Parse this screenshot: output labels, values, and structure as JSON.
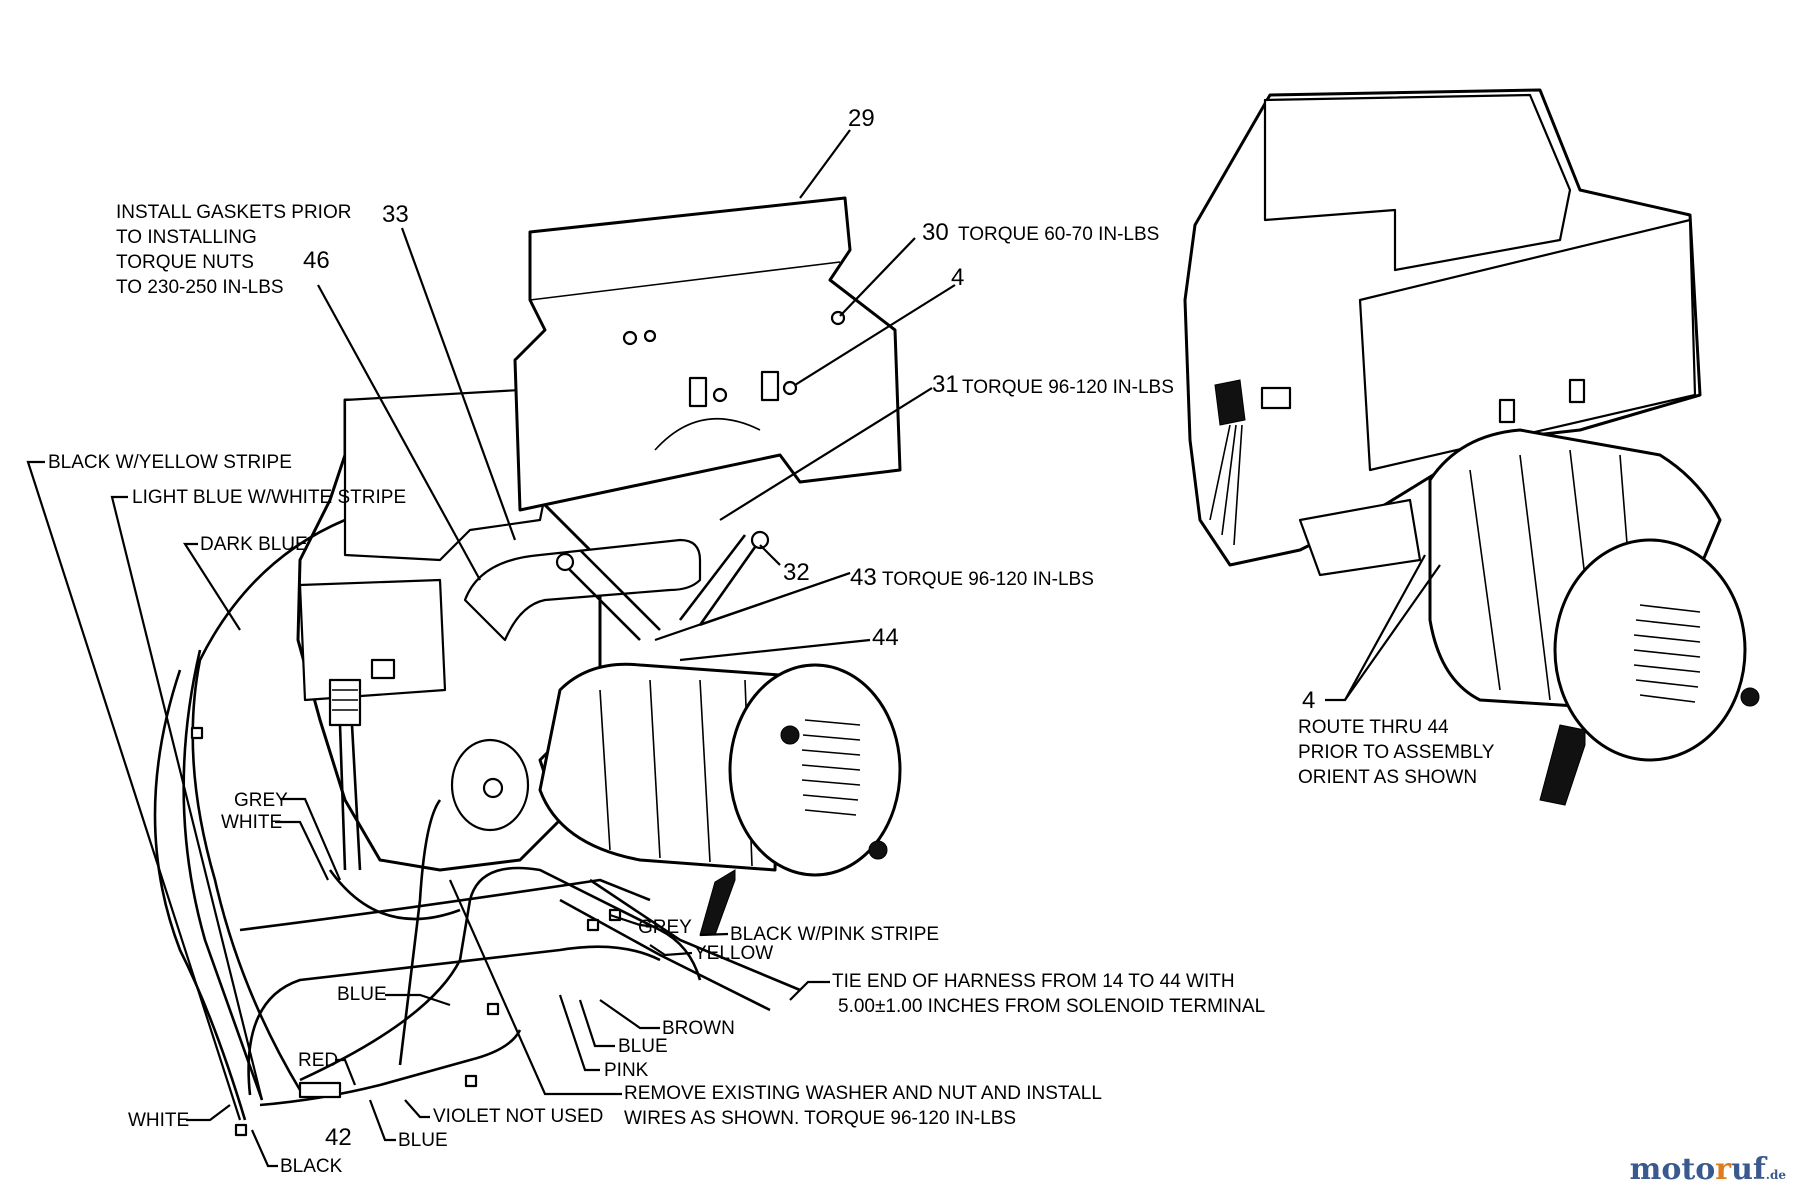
{
  "callouts": {
    "n29": "29",
    "n33": "33",
    "n46": "46",
    "n30": "30",
    "n4a": "4",
    "n31": "31",
    "n32": "32",
    "n43": "43",
    "n44": "44",
    "n42": "42",
    "n4b": "4"
  },
  "notes": {
    "gasket_1": "INSTALL GASKETS PRIOR",
    "gasket_2": "TO INSTALLING",
    "gasket_3": "TORQUE NUTS",
    "gasket_4": "TO 230-250 IN-LBS",
    "torque_30": "TORQUE 60-70 IN-LBS",
    "torque_31": "TORQUE 96-120 IN-LBS",
    "torque_43": "TORQUE 96-120 IN-LBS",
    "tie_1": "TIE END OF HARNESS FROM 14 TO 44  WITH",
    "tie_2": "5.00±1.00 INCHES FROM SOLENOID TERMINAL",
    "remove_1": "REMOVE EXISTING WASHER AND NUT AND INSTALL",
    "remove_2": "WIRES AS SHOWN. TORQUE 96-120 IN-LBS",
    "route_1": "ROUTE THRU 44",
    "route_2": "PRIOR TO ASSEMBLY",
    "route_3": "ORIENT AS SHOWN"
  },
  "wires": {
    "black_yellow": "BLACK W/YELLOW STRIPE",
    "light_blue_white": "LIGHT BLUE W/WHITE STRIPE",
    "dark_blue": "DARK BLUE",
    "grey_left": "GREY",
    "white_left": "WHITE",
    "grey_right": "GREY",
    "black_pink": "BLACK W/PINK STRIPE",
    "yellow": "YELLOW",
    "blue_1": "BLUE",
    "brown": "BROWN",
    "blue_2": "BLUE",
    "pink": "PINK",
    "red": "RED",
    "white_bottom": "WHITE",
    "violet": "VIOLET NOT USED",
    "blue_3": "BLUE",
    "black_bottom": "BLACK"
  },
  "watermark": {
    "part1": "moto",
    "part2": "r",
    "part3": "uf",
    "part4": ".de"
  }
}
